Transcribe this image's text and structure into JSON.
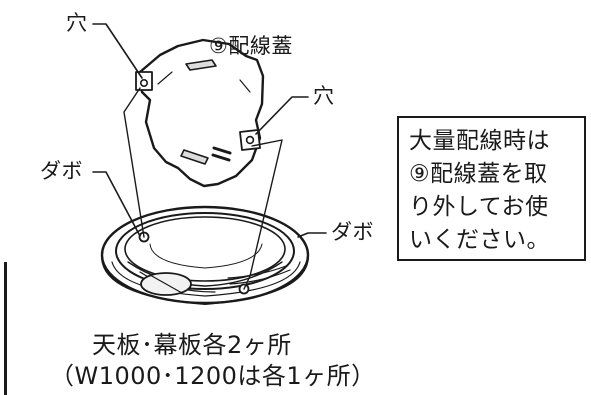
{
  "labels": {
    "hole_top": "穴",
    "cover": "⑨配線蓋",
    "hole_right": "穴",
    "dowel_left": "ダボ",
    "dowel_right": "ダボ"
  },
  "note": {
    "lines": [
      "大量配線時は",
      "⑨配線蓋を取",
      "り外してお使",
      "いください。"
    ]
  },
  "caption": {
    "line1": "天板･幕板各2ヶ所",
    "line2": "（W1000･1200は各1ヶ所）"
  }
}
